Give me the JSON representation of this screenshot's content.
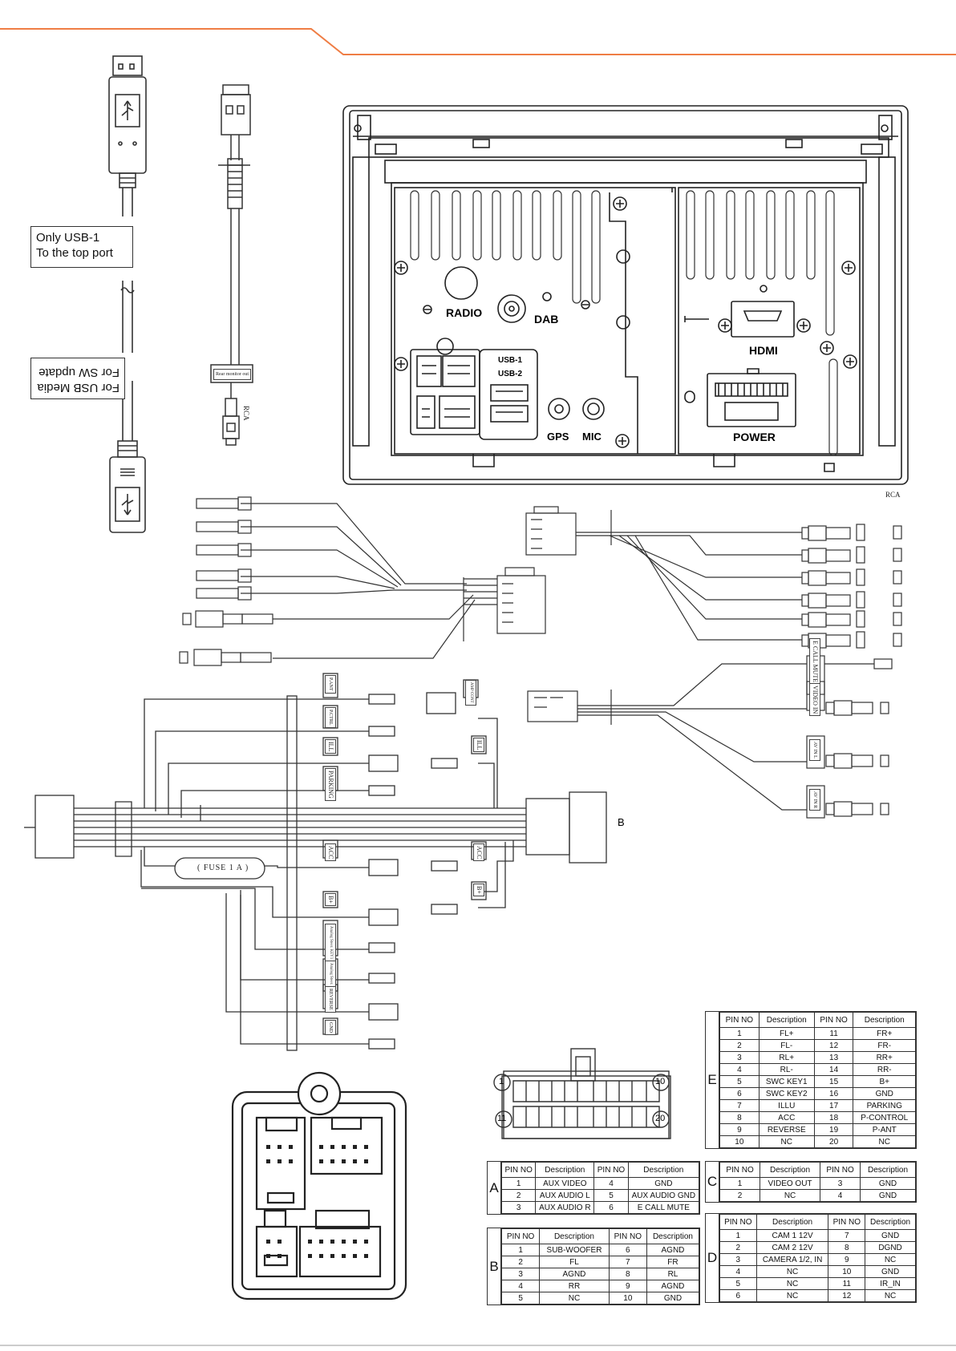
{
  "usb": {
    "label_top_1": "Only USB-1",
    "label_top_2": "To the top port",
    "label_bottom_1": "For USB Media",
    "label_bottom_2": "For SW update"
  },
  "rear_panel": {
    "radio": "RADIO",
    "dab": "DAB",
    "usb1": "USB-1",
    "usb2": "USB-2",
    "gps": "GPS",
    "mic": "MIC",
    "hdmi": "HDMI",
    "power": "POWER"
  },
  "misc": {
    "rca": "RCA",
    "letter_b": "B",
    "fuse": "( FUSE 1 A )",
    "ecall_mute": "E CALL MUTE",
    "video_in": "VIDEO IN",
    "avin_l": "AV IN L",
    "avin_r": "AV IN R",
    "rear_monitor": "Rear monitor out",
    "ill": "ILL",
    "parking": "PARKING",
    "reverse": "REVERSE",
    "acc": "ACC",
    "b_plus": "B+",
    "gnd": "GND",
    "p_ant": "P.ANT",
    "p_ctrl": "P.CTRL",
    "steer1": "Analog Steer. KEY1",
    "steer2": "Analog Steer. KEY2",
    "amp": "AMP CONT"
  },
  "power_connector": {
    "pin1": "1",
    "pin10": "10",
    "pin11": "11",
    "pin20": "20"
  },
  "tables": {
    "E": {
      "letter": "E",
      "headers": [
        "PIN NO",
        "Description",
        "PIN NO",
        "Description"
      ],
      "rows": [
        [
          "1",
          "FL+",
          "11",
          "FR+"
        ],
        [
          "2",
          "FL-",
          "12",
          "FR-"
        ],
        [
          "3",
          "RL+",
          "13",
          "RR+"
        ],
        [
          "4",
          "RL-",
          "14",
          "RR-"
        ],
        [
          "5",
          "SWC KEY1",
          "15",
          "B+"
        ],
        [
          "6",
          "SWC KEY2",
          "16",
          "GND"
        ],
        [
          "7",
          "ILLU",
          "17",
          "PARKING"
        ],
        [
          "8",
          "ACC",
          "18",
          "P-CONTROL"
        ],
        [
          "9",
          "REVERSE",
          "19",
          "P-ANT"
        ],
        [
          "10",
          "NC",
          "20",
          "NC"
        ]
      ]
    },
    "A": {
      "letter": "A",
      "headers": [
        "PIN NO",
        "Description",
        "PIN NO",
        "Description"
      ],
      "rows": [
        [
          "1",
          "AUX VIDEO",
          "4",
          "GND"
        ],
        [
          "2",
          "AUX AUDIO L",
          "5",
          "AUX AUDIO GND"
        ],
        [
          "3",
          "AUX AUDIO R",
          "6",
          "E CALL MUTE"
        ]
      ]
    },
    "C": {
      "letter": "C",
      "headers": [
        "PIN NO",
        "Description",
        "PIN NO",
        "Description"
      ],
      "rows": [
        [
          "1",
          "VIDEO OUT",
          "3",
          "GND"
        ],
        [
          "2",
          "NC",
          "4",
          "GND"
        ]
      ]
    },
    "B": {
      "letter": "B",
      "headers": [
        "PIN NO",
        "Description",
        "PIN NO",
        "Description"
      ],
      "rows": [
        [
          "1",
          "SUB-WOOFER",
          "6",
          "AGND"
        ],
        [
          "2",
          "FL",
          "7",
          "FR"
        ],
        [
          "3",
          "AGND",
          "8",
          "RL"
        ],
        [
          "4",
          "RR",
          "9",
          "AGND"
        ],
        [
          "5",
          "NC",
          "10",
          "GND"
        ]
      ]
    },
    "D": {
      "letter": "D",
      "headers": [
        "PIN NO",
        "Description",
        "PIN NO",
        "Description"
      ],
      "rows": [
        [
          "1",
          "CAM 1  12V",
          "7",
          "GND"
        ],
        [
          "2",
          "CAM 2  12V",
          "8",
          "DGND"
        ],
        [
          "3",
          "CAMERA 1/2, IN",
          "9",
          "NC"
        ],
        [
          "4",
          "NC",
          "10",
          "GND"
        ],
        [
          "5",
          "NC",
          "11",
          "IR_IN"
        ],
        [
          "6",
          "NC",
          "12",
          "NC"
        ]
      ]
    }
  }
}
